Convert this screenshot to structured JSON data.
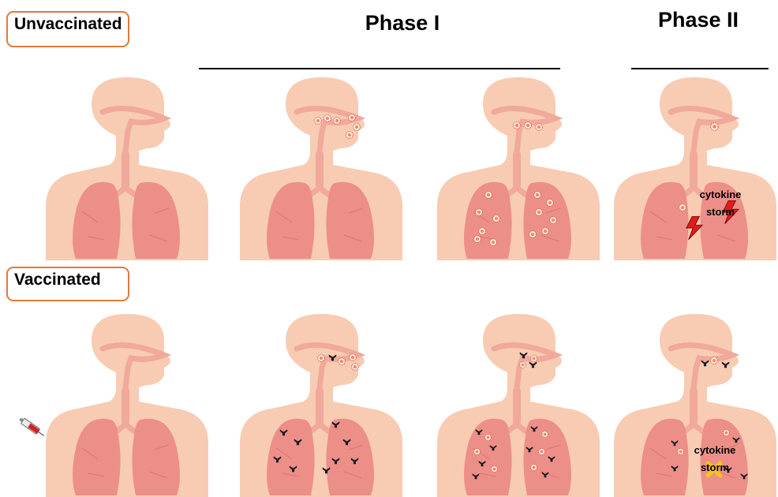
{
  "labels": {
    "unvaccinated": "Unvaccinated",
    "vaccinated": "Vaccinated"
  },
  "phases": {
    "phase1": "Phase I",
    "phase2": "Phase II"
  },
  "annotations": {
    "storm_line1": "cytokine",
    "storm_line2": "storm"
  },
  "colors": {
    "label_border": "#e07a3a",
    "body": "#f8cbb3",
    "airway": "#f0a99a",
    "lung": "#ec8f88",
    "virus": "#f08a6a",
    "antibody": "#1a1a1a",
    "lightning": "#e31b1b",
    "block_cross": "#f5c518"
  },
  "icons": {
    "virus": "virus-particle-icon",
    "antibody": "antibody-icon",
    "storm": "lightning-bolt-icon",
    "blocked": "x-cross-icon",
    "vaccine": "syringe-icon"
  }
}
